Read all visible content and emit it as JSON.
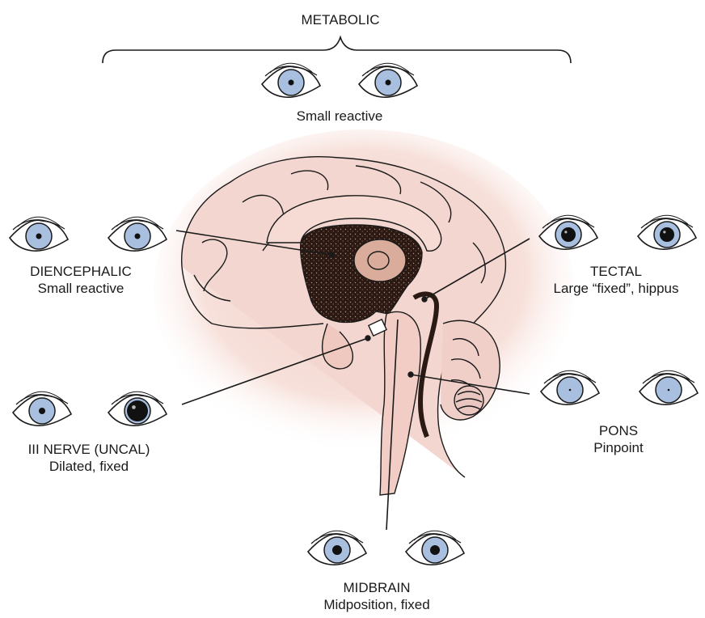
{
  "metabolic": {
    "title": "METABOLIC",
    "desc": "Small reactive",
    "pupil_size": "small"
  },
  "diencephalic": {
    "title": "DIENCEPHALIC",
    "desc": "Small reactive",
    "pupil_size": "small"
  },
  "tectal": {
    "title": "TECTAL",
    "desc": "Large “fixed”, hippus",
    "pupil_size": "large"
  },
  "third_nerve": {
    "title": "III NERVE (UNCAL)",
    "desc": "Dilated, fixed",
    "pupil_size": "one-dilated"
  },
  "pons": {
    "title": "PONS",
    "desc": "Pinpoint",
    "pupil_size": "pinpoint"
  },
  "midbrain": {
    "title": "MIDBRAIN",
    "desc": "Midposition, fixed",
    "pupil_size": "mid"
  },
  "colors": {
    "iris": "#a9bfe0",
    "pupil": "#111111",
    "brain_fill": "#f2d3cc",
    "brain_glow": "#f6ddd6",
    "ventricle": "#3a2018",
    "line": "#1a1a1a"
  }
}
